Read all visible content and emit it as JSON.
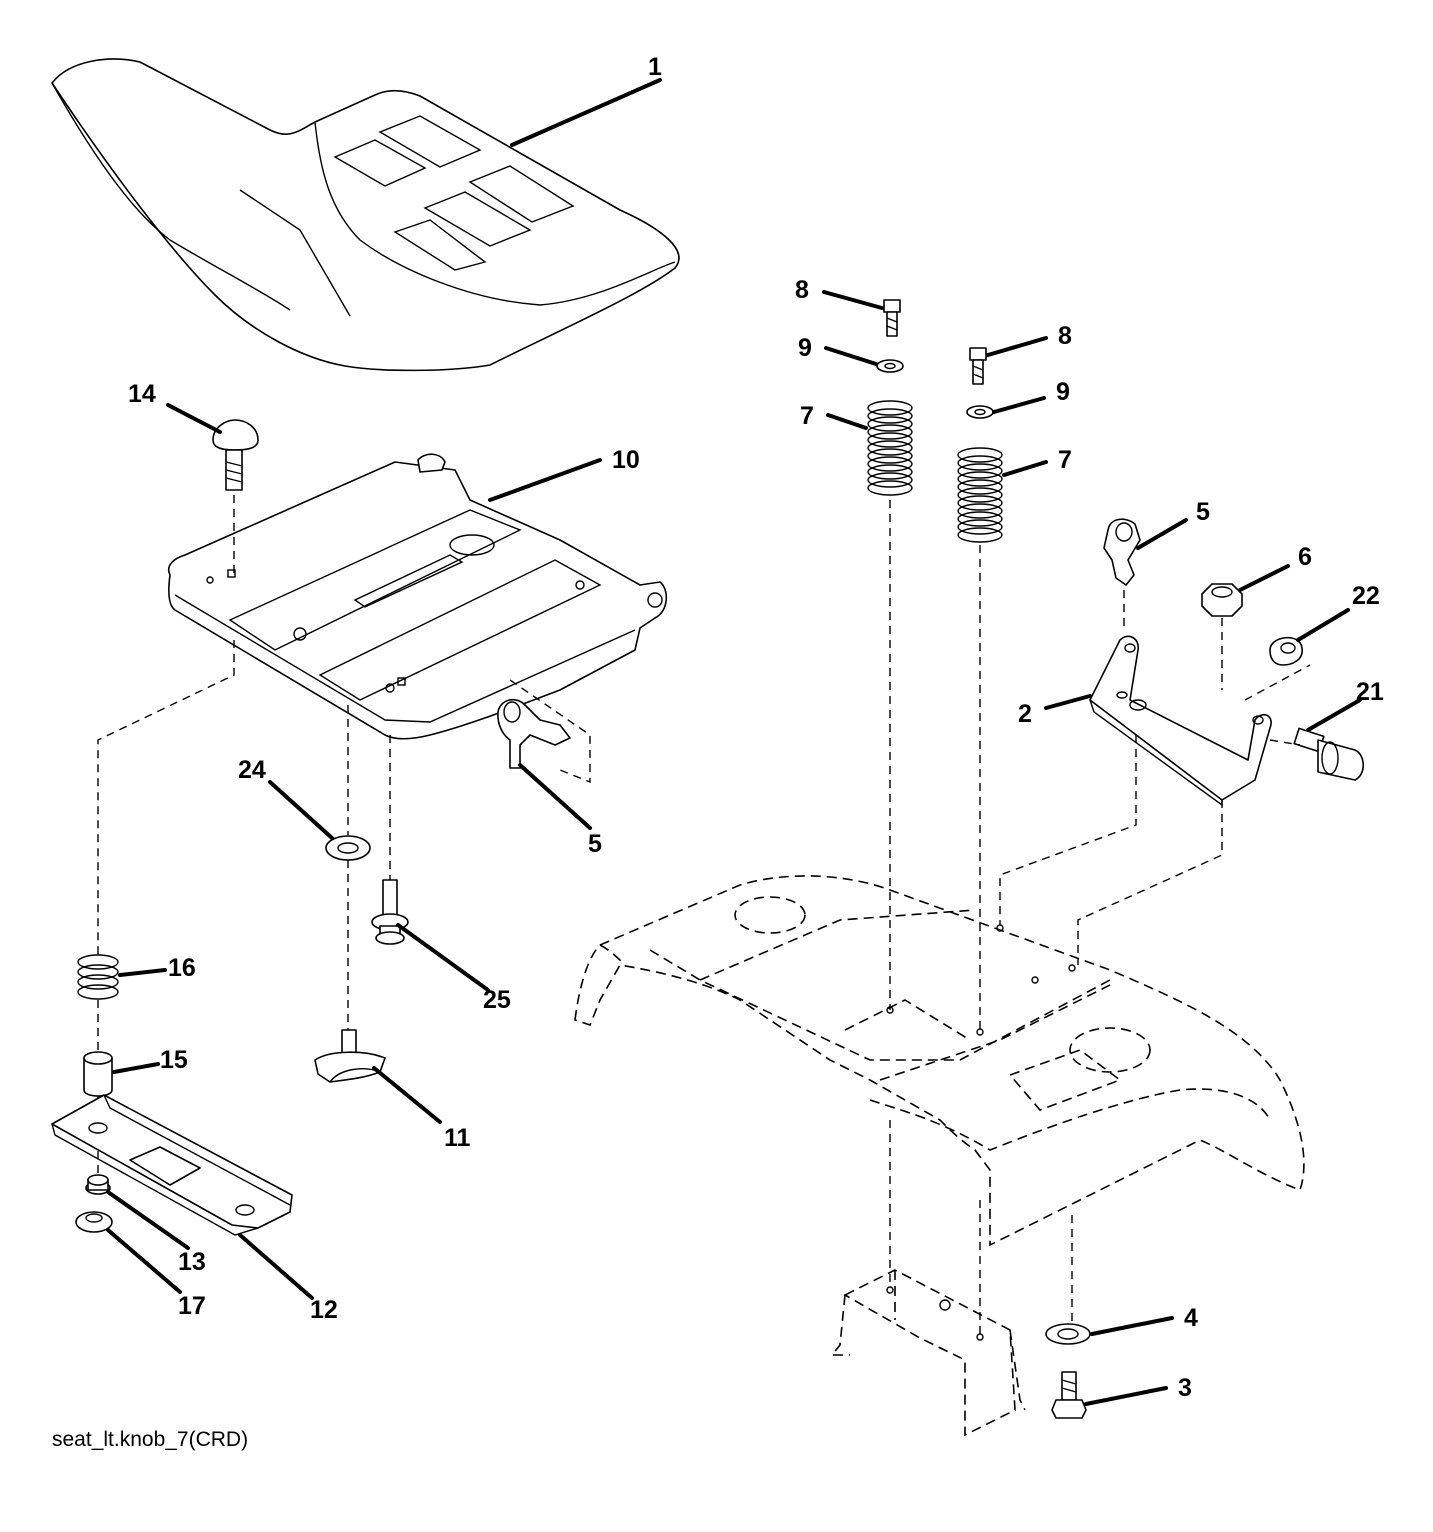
{
  "caption": "seat_lt.knob_7(CRD)",
  "callouts": [
    {
      "id": "c1",
      "label": "1"
    },
    {
      "id": "c14",
      "label": "14"
    },
    {
      "id": "c10",
      "label": "10"
    },
    {
      "id": "c5a",
      "label": "5"
    },
    {
      "id": "c24",
      "label": "24"
    },
    {
      "id": "c25",
      "label": "25"
    },
    {
      "id": "c16",
      "label": "16"
    },
    {
      "id": "c15",
      "label": "15"
    },
    {
      "id": "c11",
      "label": "11"
    },
    {
      "id": "c13",
      "label": "13"
    },
    {
      "id": "c17",
      "label": "17"
    },
    {
      "id": "c12",
      "label": "12"
    },
    {
      "id": "c8a",
      "label": "8"
    },
    {
      "id": "c9a",
      "label": "9"
    },
    {
      "id": "c7a",
      "label": "7"
    },
    {
      "id": "c8b",
      "label": "8"
    },
    {
      "id": "c9b",
      "label": "9"
    },
    {
      "id": "c7b",
      "label": "7"
    },
    {
      "id": "c5b",
      "label": "5"
    },
    {
      "id": "c6",
      "label": "6"
    },
    {
      "id": "c22",
      "label": "22"
    },
    {
      "id": "c2",
      "label": "2"
    },
    {
      "id": "c21",
      "label": "21"
    },
    {
      "id": "c4",
      "label": "4"
    },
    {
      "id": "c3",
      "label": "3"
    }
  ]
}
